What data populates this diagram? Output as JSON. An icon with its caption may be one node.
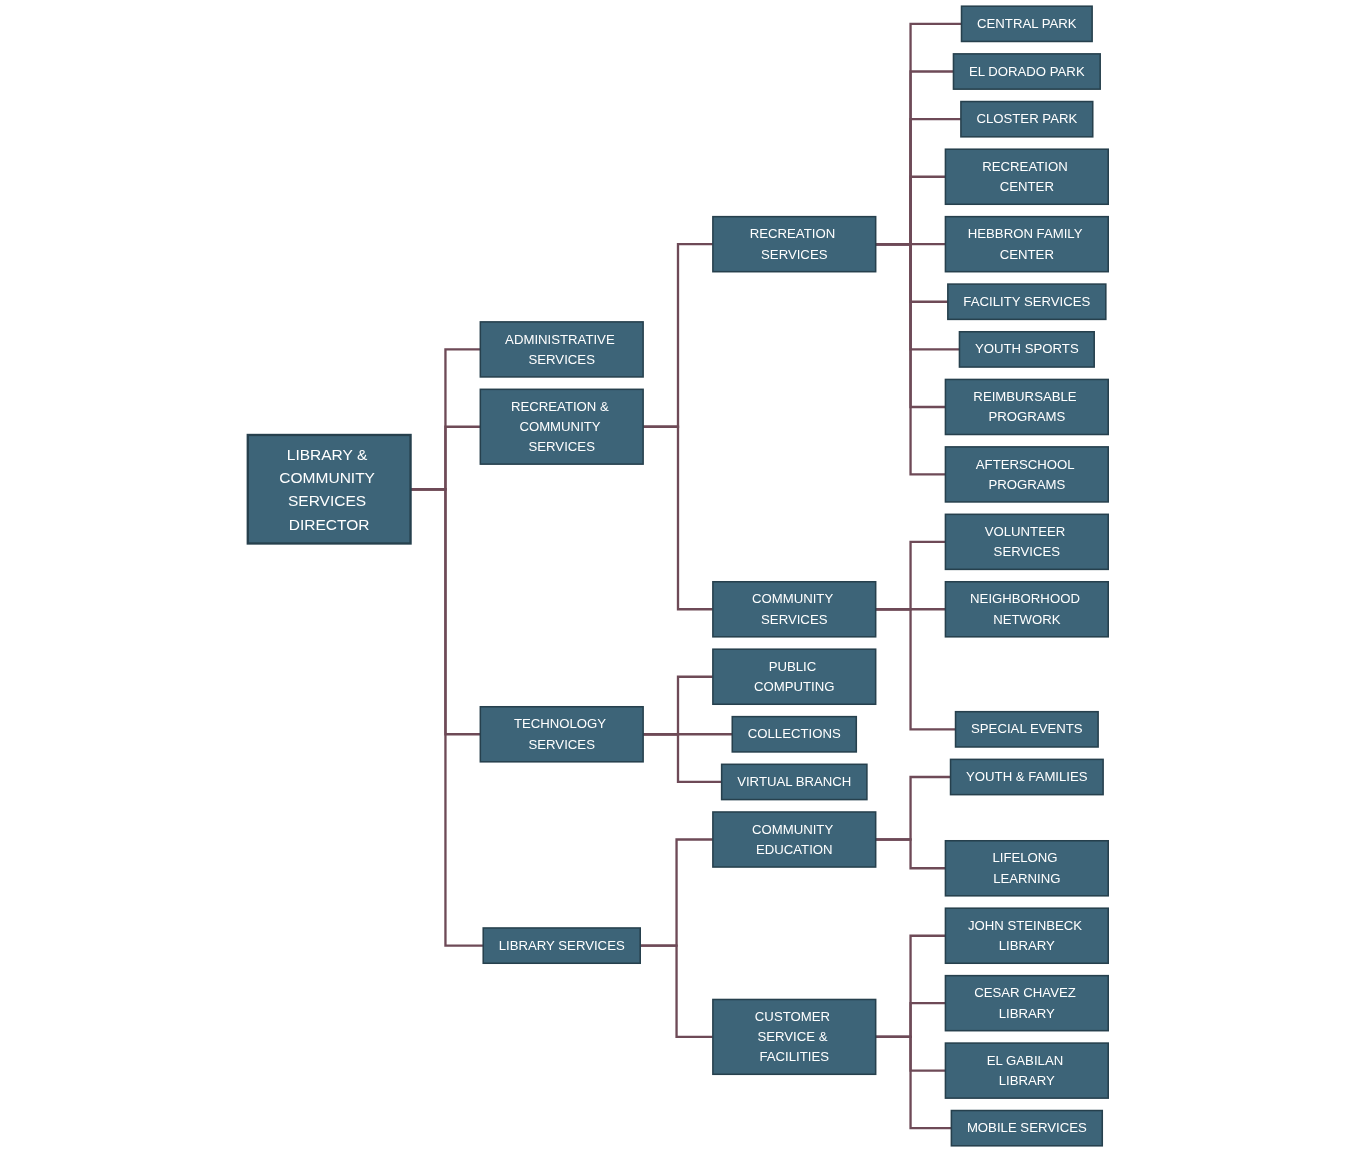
{
  "diagram": {
    "nodes": [
      {
        "text": [
          "LIBRARY & COMMUNITY SERVICES DIRECTOR"
        ]
      },
      {
        "text": [
          "ADMINISTRATIVE SERVICES"
        ]
      },
      {
        "text": [
          "RECREATION & COMMUNITY SERVICES"
        ]
      },
      {
        "text": [
          "TECHNOLOGY SERVICES"
        ]
      },
      {
        "text": [
          "LIBRARY SERVICES"
        ]
      },
      {
        "text": [
          "RECREATION SERVICES"
        ]
      },
      {
        "text": [
          "COMMUNITY SERVICES"
        ]
      },
      {
        "text": [
          "PUBLIC COMPUTING"
        ]
      },
      {
        "text": [
          "COMMUNITY EDUCATION"
        ]
      },
      {
        "text": [
          "CUSTOMER SERVICE & FACILITIES"
        ]
      },
      {
        "text": [
          "CENTRAL PARK"
        ]
      },
      {
        "text": [
          "EL DORADO PARK"
        ]
      },
      {
        "text": [
          "VOLUNTEER SERVICES"
        ]
      },
      {
        "text": [
          "COLLECTIONS"
        ]
      },
      {
        "text": [
          "YOUTH & FAMILIES"
        ]
      },
      {
        "text": [
          "JOHN STEINBECK LIBRARY"
        ]
      },
      {
        "text": [
          "CLOSTER PARK"
        ]
      },
      {
        "text": [
          "RECREATION CENTER"
        ]
      },
      {
        "text": [
          "NEIGHBORHOOD NETWORK"
        ]
      },
      {
        "text": [
          "VIRTUAL BRANCH"
        ]
      },
      {
        "text": [
          "LIFELONG LEARNING"
        ]
      },
      {
        "text": [
          "CESAR CHAVEZ LIBRARY"
        ]
      },
      {
        "text": [
          "HEBBRON FAMILY CENTER"
        ]
      },
      {
        "text": [
          "FACILITY SERVICES"
        ]
      },
      {
        "text": [
          "SPECIAL EVENTS"
        ]
      },
      {
        "text": [
          "EL GABILAN LIBRARY"
        ]
      },
      {
        "text": [
          "YOUTH SPORTS"
        ]
      },
      {
        "text": [
          "REIMBURSABLE PROGRAMS"
        ]
      },
      {
        "text": [
          "MOBILE SERVICES"
        ]
      },
      {
        "text": [
          "AFTERSCHOOL PROGRAMS"
        ]
      }
    ],
    "edges": [
      {
        "from": 0,
        "to": 1,
        "arrow": "none"
      },
      {
        "from": 0,
        "to": 2,
        "arrow": "none"
      },
      {
        "from": 0,
        "to": 3,
        "arrow": "none"
      },
      {
        "from": 0,
        "to": 4,
        "arrow": "none"
      },
      {
        "from": 2,
        "to": 5,
        "arrow": "none"
      },
      {
        "from": 2,
        "to": 6,
        "arrow": "none"
      },
      {
        "from": 3,
        "to": 7,
        "arrow": "none"
      },
      {
        "from": 3,
        "to": 13,
        "arrow": "none"
      },
      {
        "from": 3,
        "to": 19,
        "arrow": "none"
      },
      {
        "from": 4,
        "to": 8,
        "arrow": "none"
      },
      {
        "from": 4,
        "to": 9,
        "arrow": "none"
      },
      {
        "from": 5,
        "to": 10,
        "arrow": "none"
      },
      {
        "from": 5,
        "to": 11,
        "arrow": "none"
      },
      {
        "from": 5,
        "to": 16,
        "arrow": "none"
      },
      {
        "from": 5,
        "to": 17,
        "arrow": "none"
      },
      {
        "from": 5,
        "to": 22,
        "arrow": "none"
      },
      {
        "from": 5,
        "to": 23,
        "arrow": "none"
      },
      {
        "from": 5,
        "to": 26,
        "arrow": "none"
      },
      {
        "from": 5,
        "to": 27,
        "arrow": "none"
      },
      {
        "from": 5,
        "to": 29,
        "arrow": "none"
      },
      {
        "from": 6,
        "to": 12,
        "arrow": "none"
      },
      {
        "from": 6,
        "to": 18,
        "arrow": "none"
      },
      {
        "from": 6,
        "to": 24,
        "arrow": "none"
      },
      {
        "from": 8,
        "to": 14,
        "arrow": "none"
      },
      {
        "from": 8,
        "to": 20,
        "arrow": "none"
      },
      {
        "from": 9,
        "to": 15,
        "arrow": "none"
      },
      {
        "from": 9,
        "to": 21,
        "arrow": "none"
      },
      {
        "from": 9,
        "to": 25,
        "arrow": "none"
      },
      {
        "from": 9,
        "to": 28,
        "arrow": "none"
      }
    ]
  }
}
